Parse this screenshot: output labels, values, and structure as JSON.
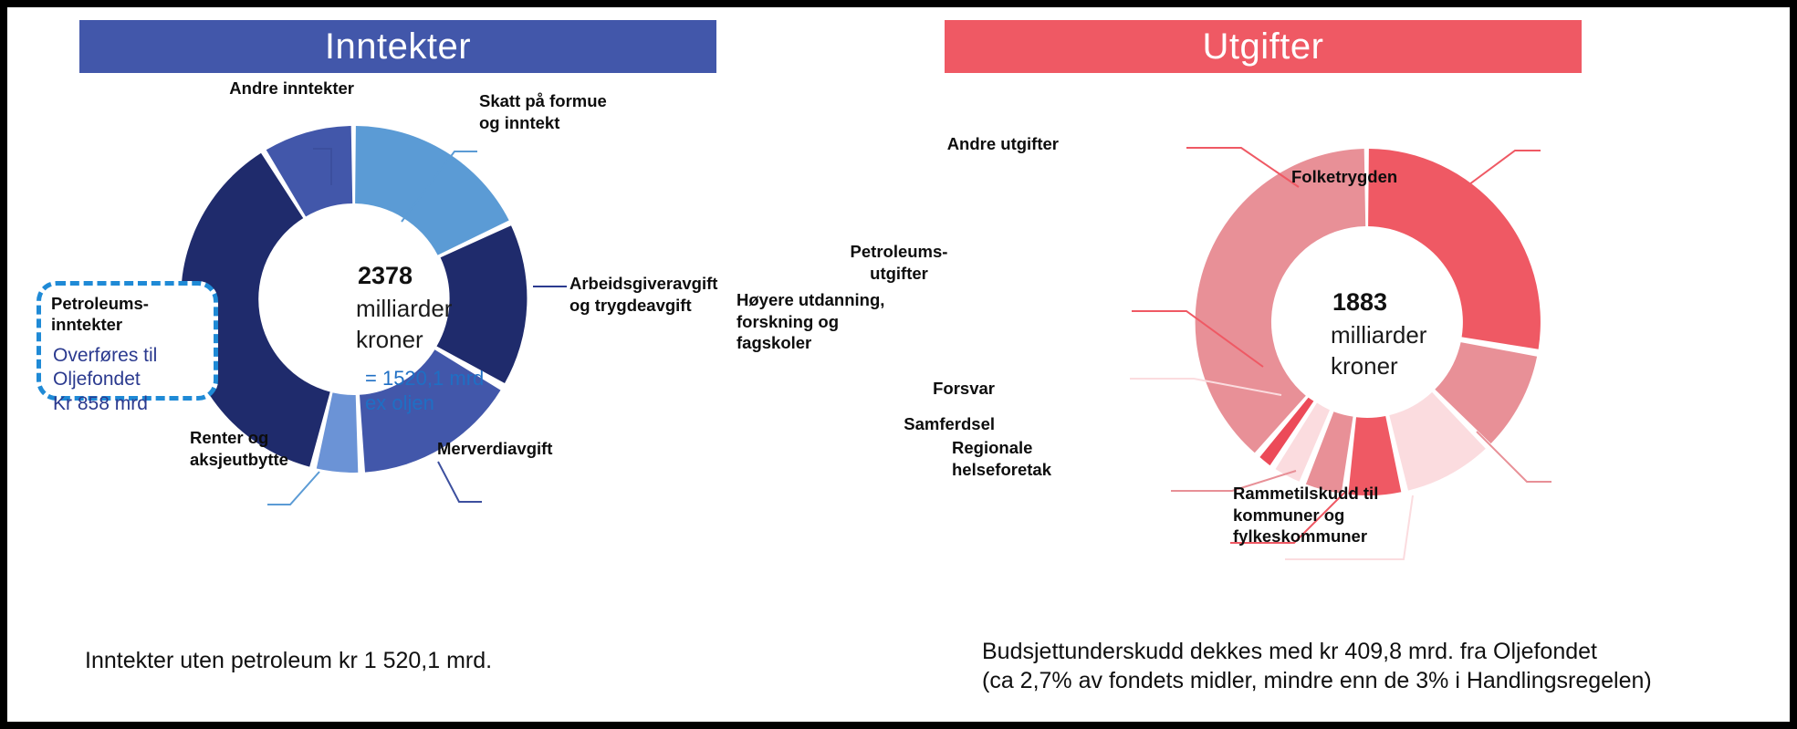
{
  "left": {
    "title": "Inntekter",
    "title_bg": "#4257aa",
    "center": {
      "value": "2378",
      "line1": "milliarder",
      "line2": "kroner"
    },
    "ex_oil_note": "= 1520,1  mrd\nex oljen",
    "petroleum_box": {
      "title": "Petroleums-\ninntekter",
      "note": "Overføres til\nOljefondet\nKr 858 mrd"
    },
    "labels": {
      "andre_inntekter": "Andre inntekter",
      "skatt": "Skatt på formue\nog inntekt",
      "arbeidsgiver": "Arbeidsgiveravgift\nog trygdeavgift",
      "merverdiavgift": "Merverdiavgift",
      "renter": "Renter og\naksjeutbytte",
      "petroleum": "Petroleums-\ninntekter"
    },
    "caption": "Inntekter uten petroleum kr 1 520,1 mrd."
  },
  "right": {
    "title": "Utgifter",
    "title_bg": "#ef5964",
    "center": {
      "value": "1883",
      "line1": "milliarder",
      "line2": "kroner"
    },
    "labels": {
      "folketrygden": "Folketrygden",
      "rammetilskudd": "Rammetilskudd til\nkommuner og\nfylkeskommuner",
      "regionale": "Regionale\nhelseforetak",
      "samferdsel": "Samferdsel",
      "forsvar": "Forsvar",
      "hoyere": "Høyere utdanning,\nforskning og\nfagskoler",
      "petroleum": "Petroleums-\nutgifter",
      "andre": "Andre utgifter"
    },
    "caption": "Budsjettunderskudd dekkes med kr 409,8 mrd. fra Oljefondet\n(ca 2,7% av fondets midler, mindre enn de 3% i Handlingsregelen)"
  },
  "chart_data": [
    {
      "type": "pie",
      "title": "Inntekter",
      "subtitle": "2378 milliarder kroner",
      "unit": "milliarder kroner",
      "total": 2378,
      "center_label": "2378 milliarder kroner",
      "annotation": "= 1520,1 mrd ex oljen",
      "legend": "callout labels around donut",
      "categories": [
        "Skatt på formue og inntekt",
        "Arbeidsgiveravgift og trygdeavgift",
        "Merverdiavgift",
        "Renter og aksjeutbytte",
        "Petroleumsinntekter",
        "Andre inntekter"
      ],
      "values": [
        300,
        250,
        290,
        70,
        858,
        160
      ],
      "share_pct": [
        12.6,
        10.5,
        12.2,
        2.9,
        36.1,
        6.7
      ],
      "colors": [
        "#5b9bd5",
        "#1f2b6c",
        "#4257aa",
        "#6b93d6",
        "#1f2b6c",
        "#4257aa"
      ],
      "start_angle_deg": 0,
      "direction": "clockwise"
    },
    {
      "type": "pie",
      "title": "Utgifter",
      "subtitle": "1883 milliarder kroner",
      "unit": "milliarder kroner",
      "total": 1883,
      "center_label": "1883 milliarder kroner",
      "legend": "callout labels around donut",
      "categories": [
        "Folketrygden",
        "Rammetilskudd til kommuner og fylkeskommuner",
        "Regionale helseforetak",
        "Samferdsel",
        "Forsvar",
        "Høyere utdanning, forskning og fagskoler",
        "Petroleumsutgifter",
        "Andre utgifter"
      ],
      "values": [
        520,
        185,
        170,
        80,
        65,
        45,
        28,
        790
      ],
      "share_pct": [
        27.6,
        9.8,
        9.0,
        4.2,
        3.5,
        2.4,
        1.5,
        42.0
      ],
      "colors": [
        "#ef5964",
        "#e89097",
        "#fbdcdf",
        "#ef5964",
        "#e89097",
        "#fbdcdf",
        "#ec4a58",
        "#e89097"
      ],
      "start_angle_deg": 0,
      "direction": "clockwise"
    }
  ]
}
